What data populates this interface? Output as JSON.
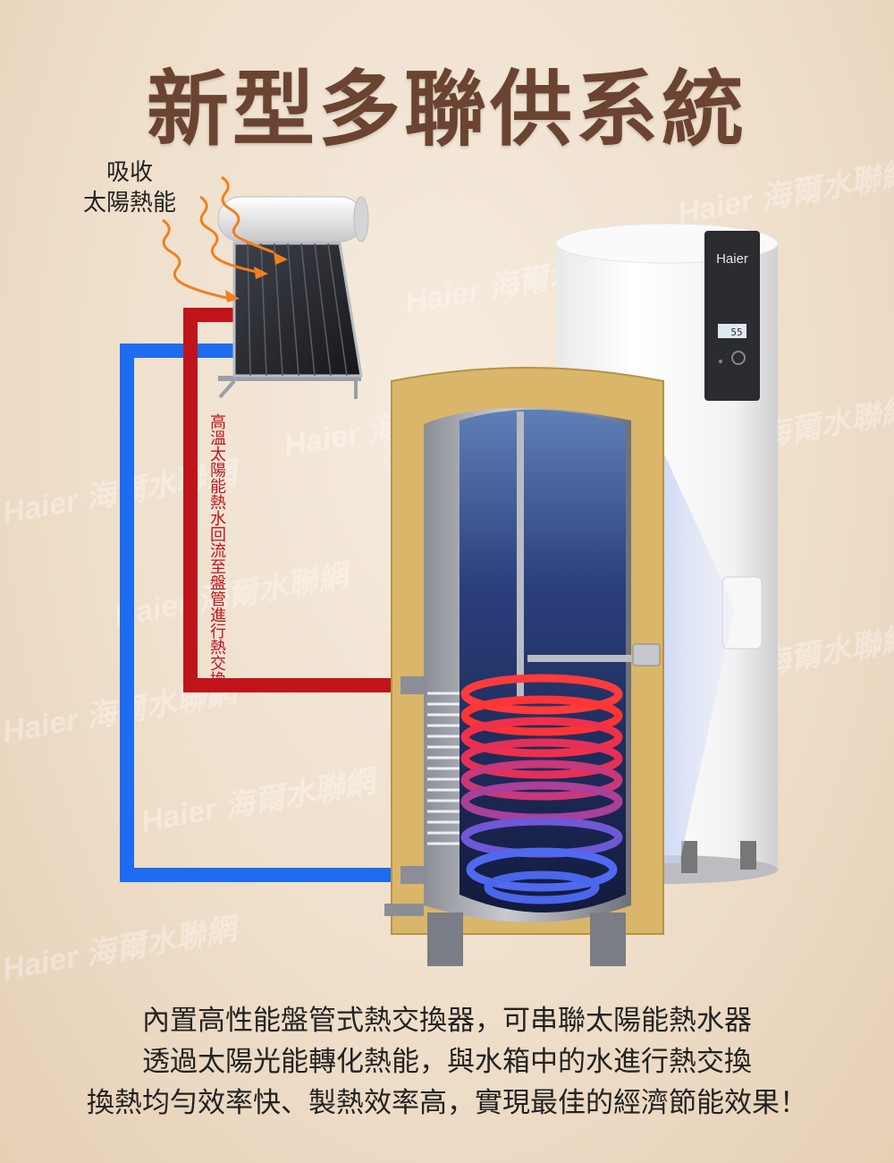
{
  "title": "新型多聯供系統",
  "absorb_label": [
    "吸收",
    "太陽熱能"
  ],
  "pipe_label": "高溫太陽能熱水回流至盤管進行熱交換",
  "brand": "Haier",
  "watermark": "Haier 海爾水聯網",
  "display_temp": "55",
  "description": [
    "內置高性能盤管式熱交換器，可串聯太陽能熱水器",
    "透過太陽光能轉化熱能，與水箱中的水進行熱交換",
    "換熱均勻效率快、製熱效率高，實現最佳的經濟節能效果！"
  ],
  "colors": {
    "title": "#6b4431",
    "hot_pipe": "#c0141b",
    "cold_pipe": "#1e6cf0",
    "insulation": "#d9b66a",
    "arrow": "#f0801e"
  },
  "icons": [
    "sun-ray-arrow-icon",
    "solar-panel-icon",
    "heat-pump-icon",
    "coil-icon"
  ]
}
